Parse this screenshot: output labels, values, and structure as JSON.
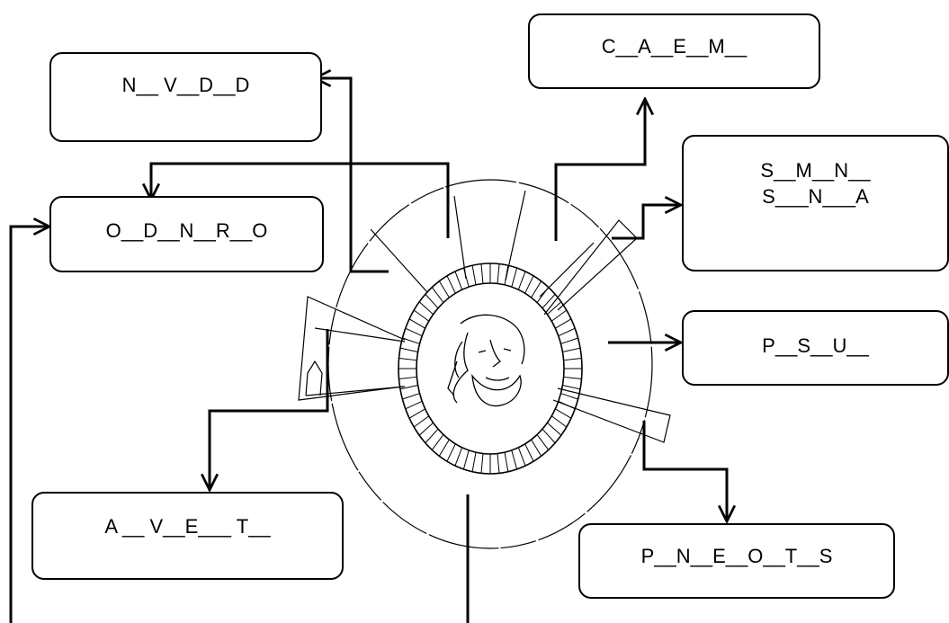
{
  "boxes": {
    "caem": "C__A__E__M__",
    "nvdd": "N__ V__D__D",
    "samsun_line1": "S__M__N__",
    "samsun_line2": "S___N___A",
    "odnro": "O__D__N__R__O",
    "psu": "P__S__U__",
    "avet": "A __ V__E___ T__",
    "pneots": "P__N__E__O__T__S"
  },
  "icons": {
    "center": "sheikh-portrait-icon"
  }
}
